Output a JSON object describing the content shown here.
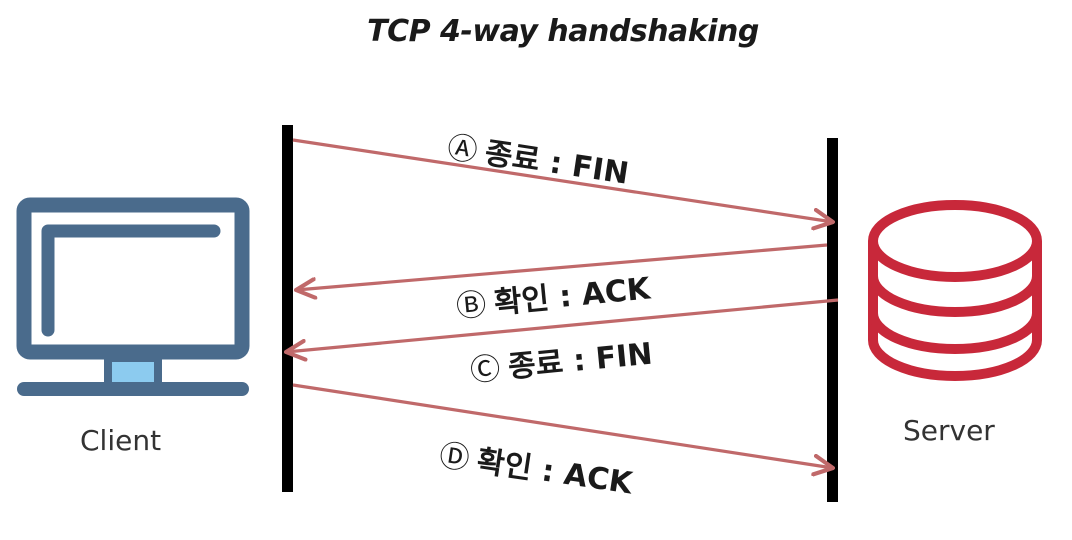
{
  "title": "TCP 4-way handshaking",
  "nodes": {
    "client": {
      "label": "Client",
      "icon": "monitor-icon",
      "color": "#4a6b8c",
      "accent": "#8ccbef"
    },
    "server": {
      "label": "Server",
      "icon": "database-icon",
      "color": "#c8283a"
    }
  },
  "colors": {
    "arrow": "#c0696a",
    "lifeline": "#000000"
  },
  "messages": [
    {
      "id": "A",
      "marker": "Ⓐ",
      "text": "종료 : FIN",
      "direction": "client-to-server"
    },
    {
      "id": "B",
      "marker": "Ⓑ",
      "text": "확인 : ACK",
      "direction": "server-to-client"
    },
    {
      "id": "C",
      "marker": "Ⓒ",
      "text": "종료 : FIN",
      "direction": "server-to-client"
    },
    {
      "id": "D",
      "marker": "Ⓓ",
      "text": "확인 : ACK",
      "direction": "client-to-server"
    }
  ]
}
